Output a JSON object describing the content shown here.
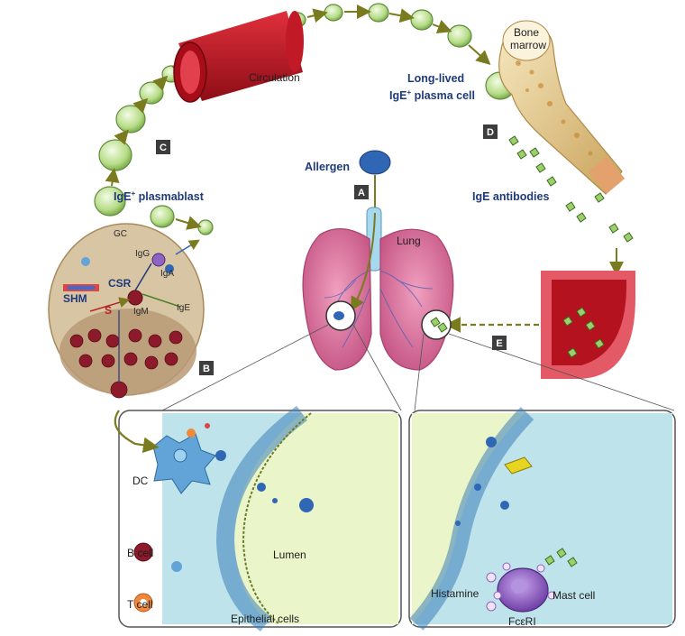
{
  "steps": {
    "a": "A",
    "b": "B",
    "c": "C",
    "d": "D",
    "e": "E"
  },
  "labels": {
    "circulation": "Circulation",
    "bone_marrow_1": "Bone",
    "bone_marrow_2": "marrow",
    "long_lived_1": "Long-lived",
    "long_lived_2a": "IgE",
    "long_lived_2b": "+",
    "long_lived_2c": " plasma cell",
    "allergen": "Allergen",
    "ige_antibodies": "IgE antibodies",
    "ige_plasmablast_a": "IgE",
    "ige_plasmablast_b": "+",
    "ige_plasmablast_c": " plasmablast",
    "lung": "Lung",
    "gc": "GC",
    "csr": "CSR",
    "shm": "SHM",
    "s": "S",
    "igm": "IgM",
    "igg": "IgG",
    "iga": "IgA",
    "ige": "IgE",
    "dc": "DC",
    "b_cell": "B cell",
    "t_cell": "T cell",
    "lumen": "Lumen",
    "epithelial_cells": "Epithelial cells",
    "histamine": "Histamine",
    "mast_cell": "Mast cell",
    "fcer": "FcεRI"
  },
  "colors": {
    "plasma_cell": "#a9d47a",
    "vessel": "#c0141f",
    "lung": "#d9709a",
    "allergen": "#2f67b5",
    "arrow": "#7a7a1e",
    "gc_bg": "#d8c5a3",
    "tissue": "#bfe3ea",
    "mast_cell": "#8f63c2"
  }
}
